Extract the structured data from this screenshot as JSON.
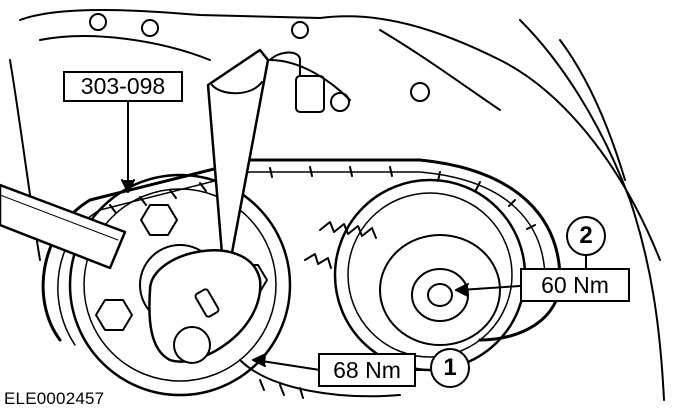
{
  "tool_label": "303-098",
  "callouts": [
    {
      "number": "1",
      "torque": "68 Nm"
    },
    {
      "number": "2",
      "torque": "60 Nm"
    }
  ],
  "figure_id": "ELE0002457",
  "line_color": "#000000",
  "background": "#ffffff"
}
